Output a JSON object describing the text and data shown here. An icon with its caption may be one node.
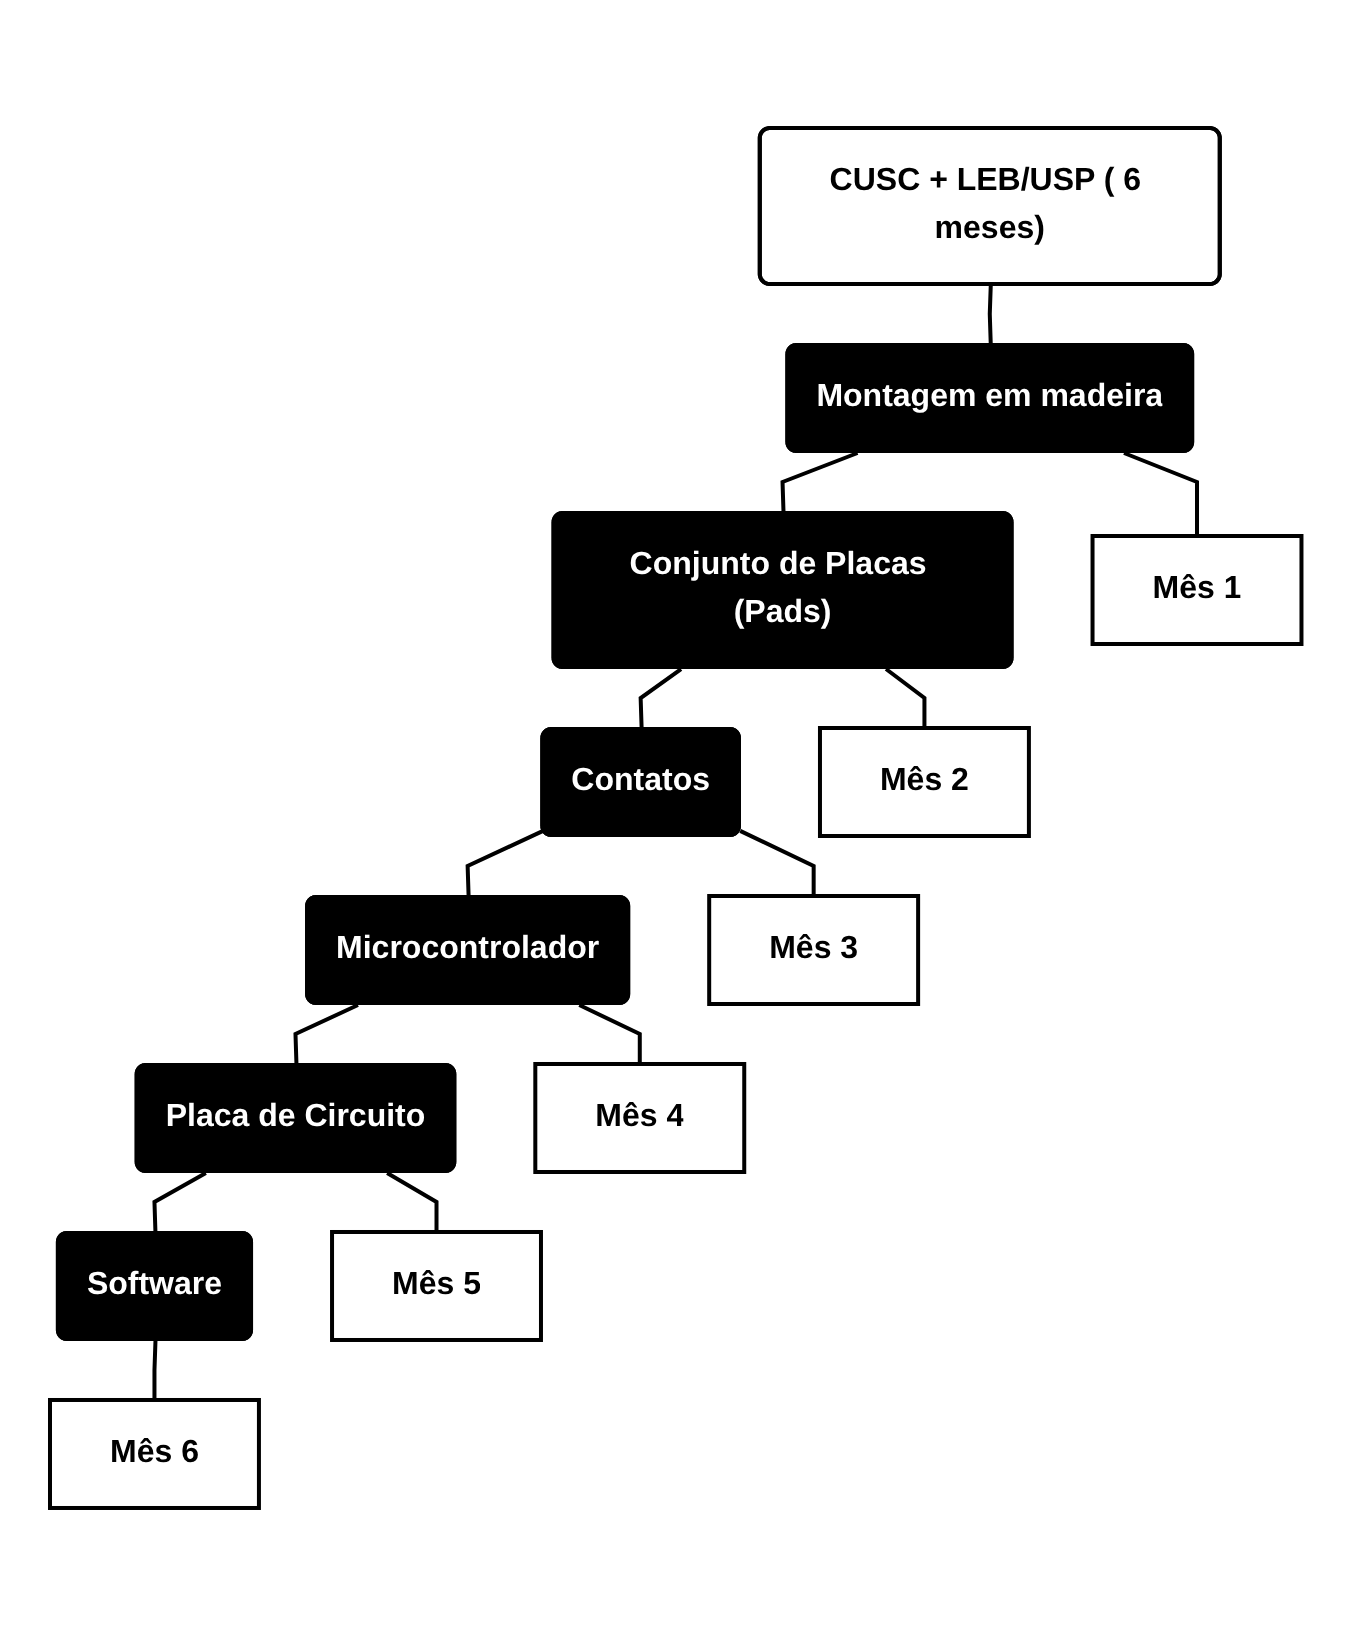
{
  "diagram": {
    "nodes": [
      {
        "text": [
          "CUSC + LEB/USP ( 6 meses)"
        ]
      },
      {
        "text": [
          "Montagem em madeira"
        ]
      },
      {
        "text": [
          "Conjunto de Placas (Pads)"
        ]
      },
      {
        "text": [
          "Contatos"
        ]
      },
      {
        "text": [
          "Microcontrolador"
        ]
      },
      {
        "text": [
          "Placa de Circuito"
        ]
      },
      {
        "text": [
          "Software"
        ]
      },
      {
        "text": [
          "Mês 1"
        ]
      },
      {
        "text": [
          "Mês 2"
        ]
      },
      {
        "text": [
          "Mês 3"
        ]
      },
      {
        "text": [
          "Mês 4"
        ]
      },
      {
        "text": [
          "Mês 5"
        ]
      },
      {
        "text": [
          "Mês 6"
        ]
      }
    ],
    "edges": [
      {
        "from": 0,
        "to": 1,
        "arrow": "none"
      },
      {
        "from": 1,
        "to": 2,
        "arrow": "none"
      },
      {
        "from": 2,
        "to": 3,
        "arrow": "none"
      },
      {
        "from": 3,
        "to": 4,
        "arrow": "none"
      },
      {
        "from": 4,
        "to": 5,
        "arrow": "none"
      },
      {
        "from": 5,
        "to": 6,
        "arrow": "none"
      },
      {
        "from": 1,
        "to": 7,
        "arrow": "none"
      },
      {
        "from": 2,
        "to": 8,
        "arrow": "none"
      },
      {
        "from": 3,
        "to": 9,
        "arrow": "none"
      },
      {
        "from": 4,
        "to": 10,
        "arrow": "none"
      },
      {
        "from": 5,
        "to": 11,
        "arrow": "none"
      },
      {
        "from": 6,
        "to": 12,
        "arrow": "none"
      }
    ]
  }
}
